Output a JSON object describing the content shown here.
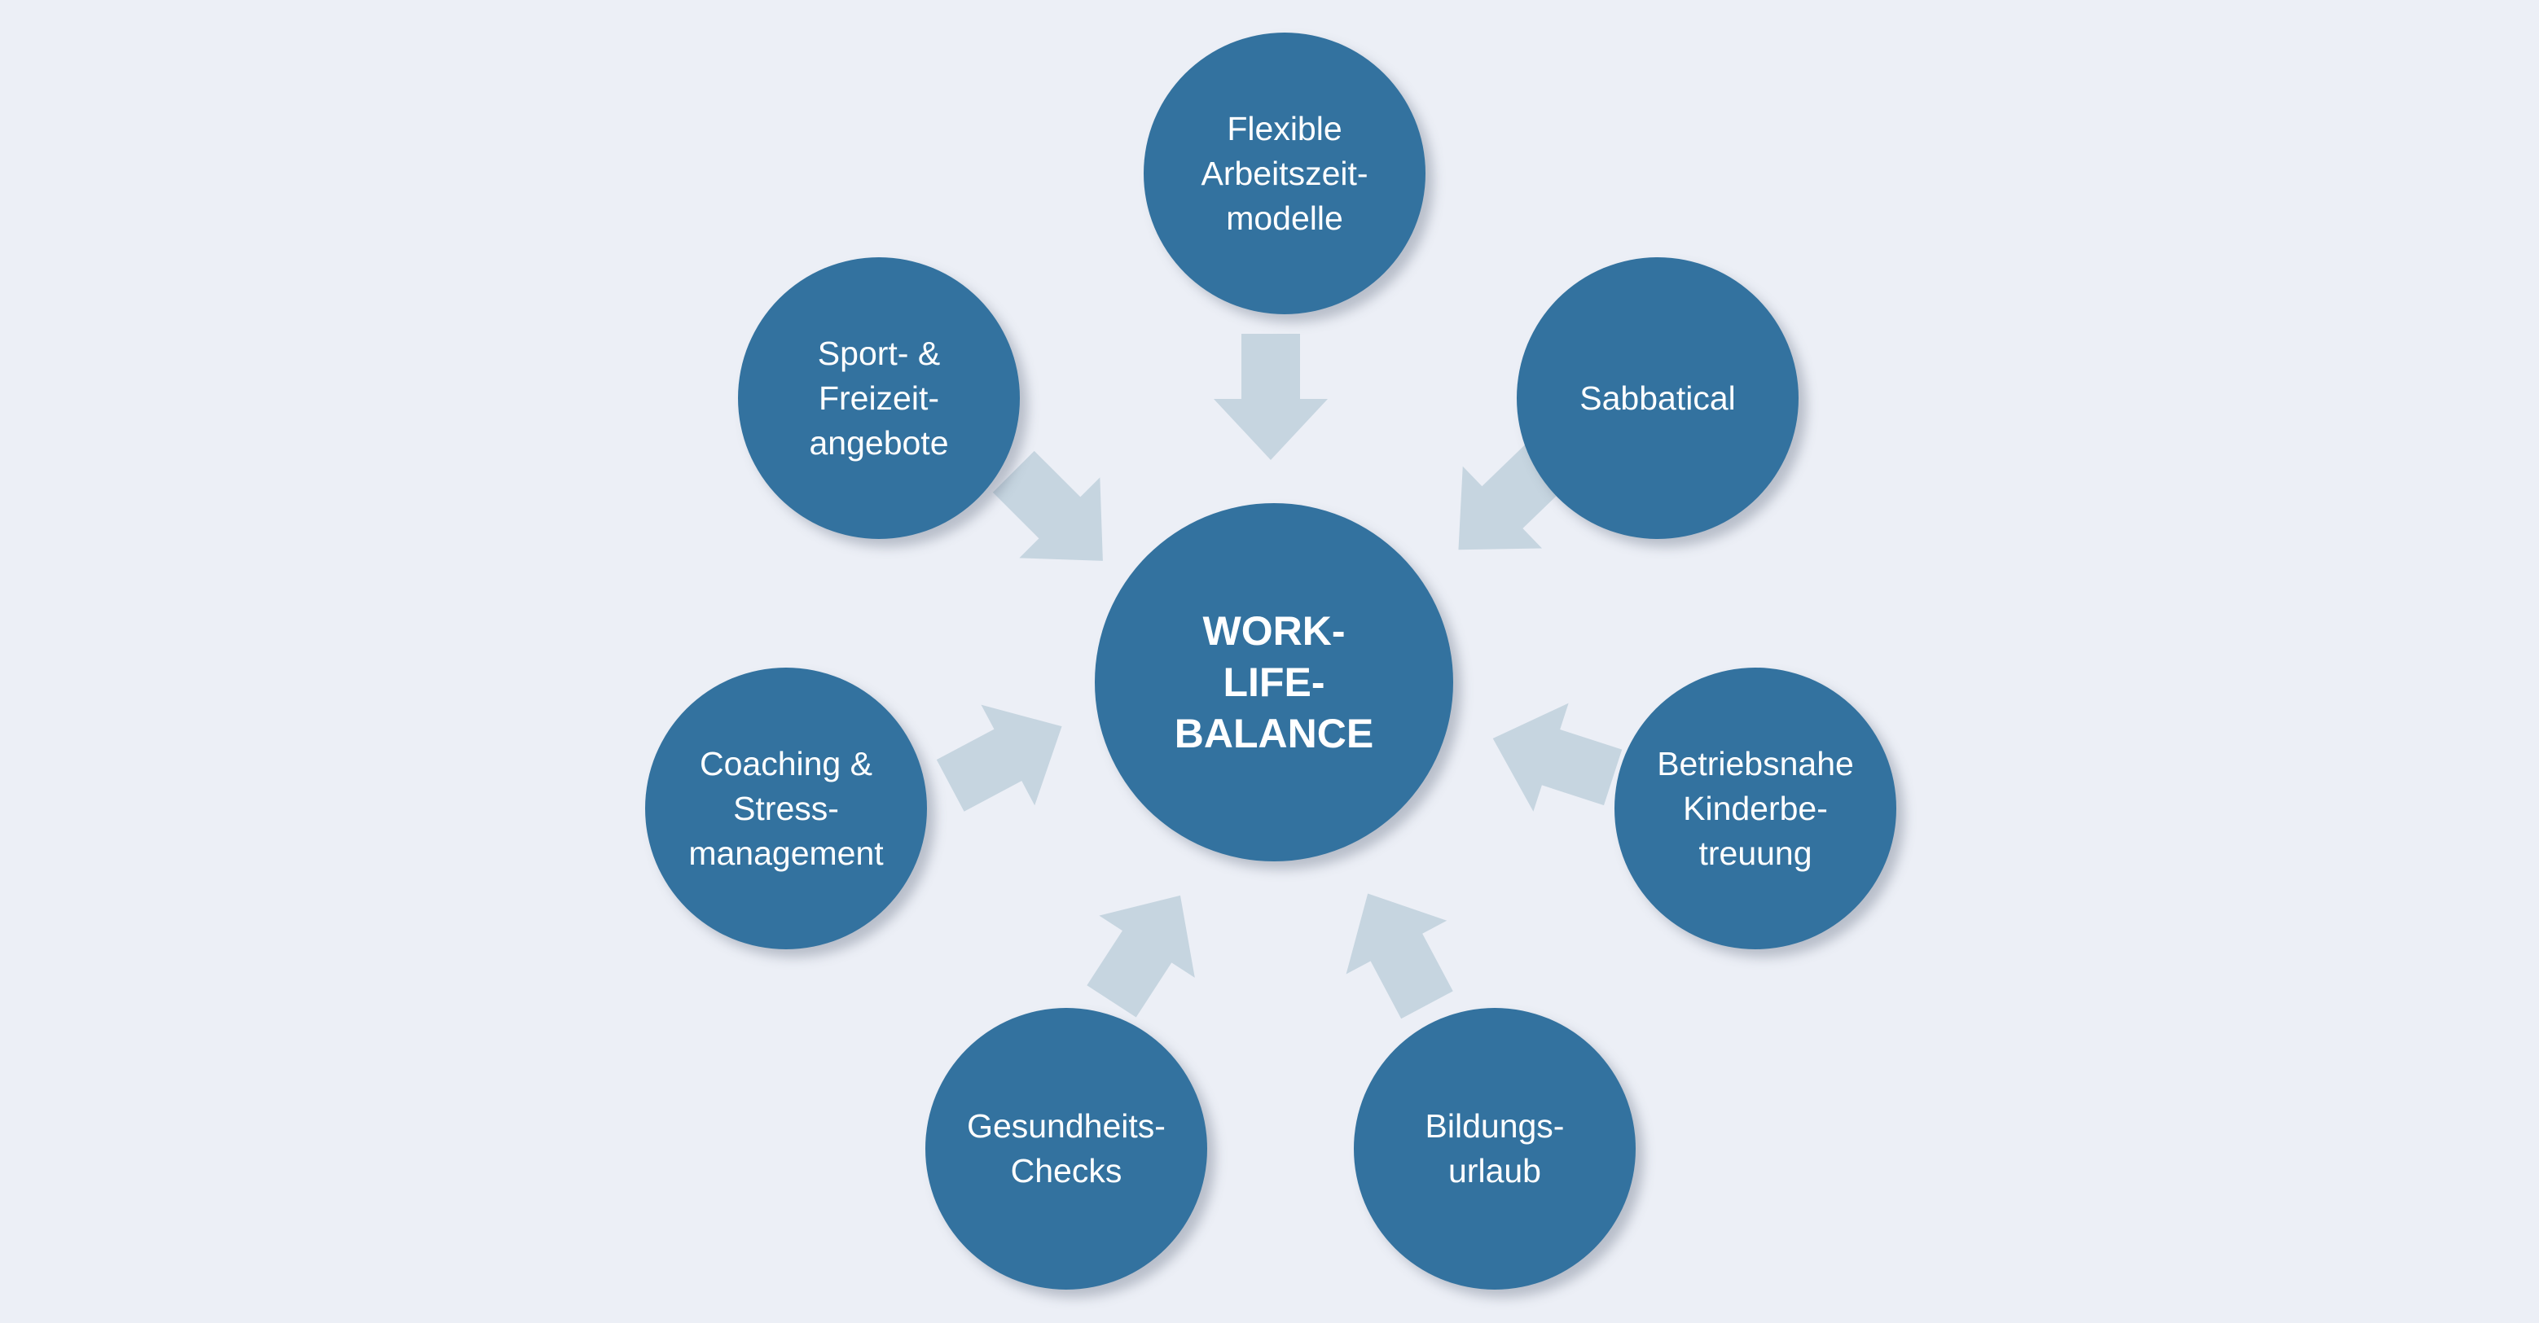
{
  "diagram": {
    "center": {
      "label": "WORK-\nLIFE-\nBALANCE"
    },
    "nodes": [
      {
        "id": "top",
        "label": "Flexible\nArbeitszeit-\nmodelle"
      },
      {
        "id": "top-right",
        "label": "Sabbatical"
      },
      {
        "id": "right",
        "label": "Betriebsnahe\nKinderbe-\ntreuung"
      },
      {
        "id": "bottom-right",
        "label": "Bildungs-\nurlaub"
      },
      {
        "id": "bottom-left",
        "label": "Gesundheits-\nChecks"
      },
      {
        "id": "left",
        "label": "Coaching &\nStress-\nmanagement"
      },
      {
        "id": "top-left",
        "label": "Sport- &\nFreizeit-\nangebote"
      }
    ],
    "colors": {
      "background": "#eceff6",
      "node": "#33729f",
      "arrow": "#c6d5e0",
      "text": "#ffffff"
    }
  }
}
